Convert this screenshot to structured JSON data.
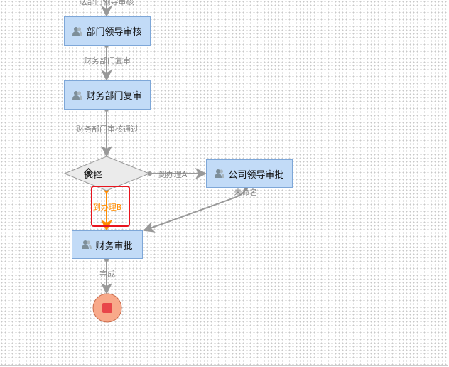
{
  "nodes": {
    "dept_leader": "部门领导审核",
    "finance_dept": "财务部门复审",
    "choice": "选择",
    "company_leader": "公司领导审批",
    "finance_approval": "财务审批"
  },
  "edges": {
    "to_dept_leader": "送部门领导审核",
    "finance_review": "财务部门复审",
    "finance_pass": "财务部门审核通过",
    "to_a": "到办理A",
    "to_b": "到办理B",
    "unnamed": "未命名",
    "done": "完成"
  },
  "colors": {
    "task_fill": "#c2dbf7",
    "selected_edge": "#ff8c00",
    "highlight": "#e8141e",
    "end_fill": "#f8a98a"
  }
}
